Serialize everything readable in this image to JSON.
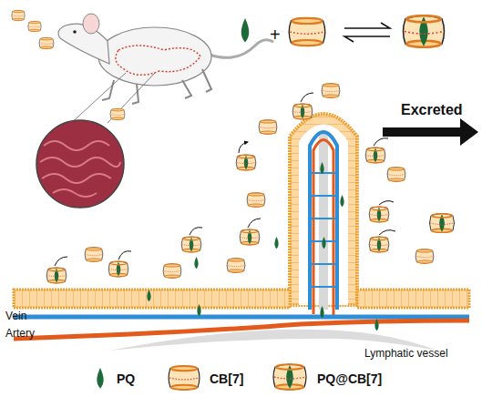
{
  "diagram": {
    "labels": [
      "+",
      "Excreted",
      "Vein",
      "Artery",
      "Lymphatic vessel"
    ],
    "legend": [
      {
        "text": "PQ"
      },
      {
        "text": "CB[7]"
      },
      {
        "text": "PQ@CB[7]"
      }
    ]
  }
}
